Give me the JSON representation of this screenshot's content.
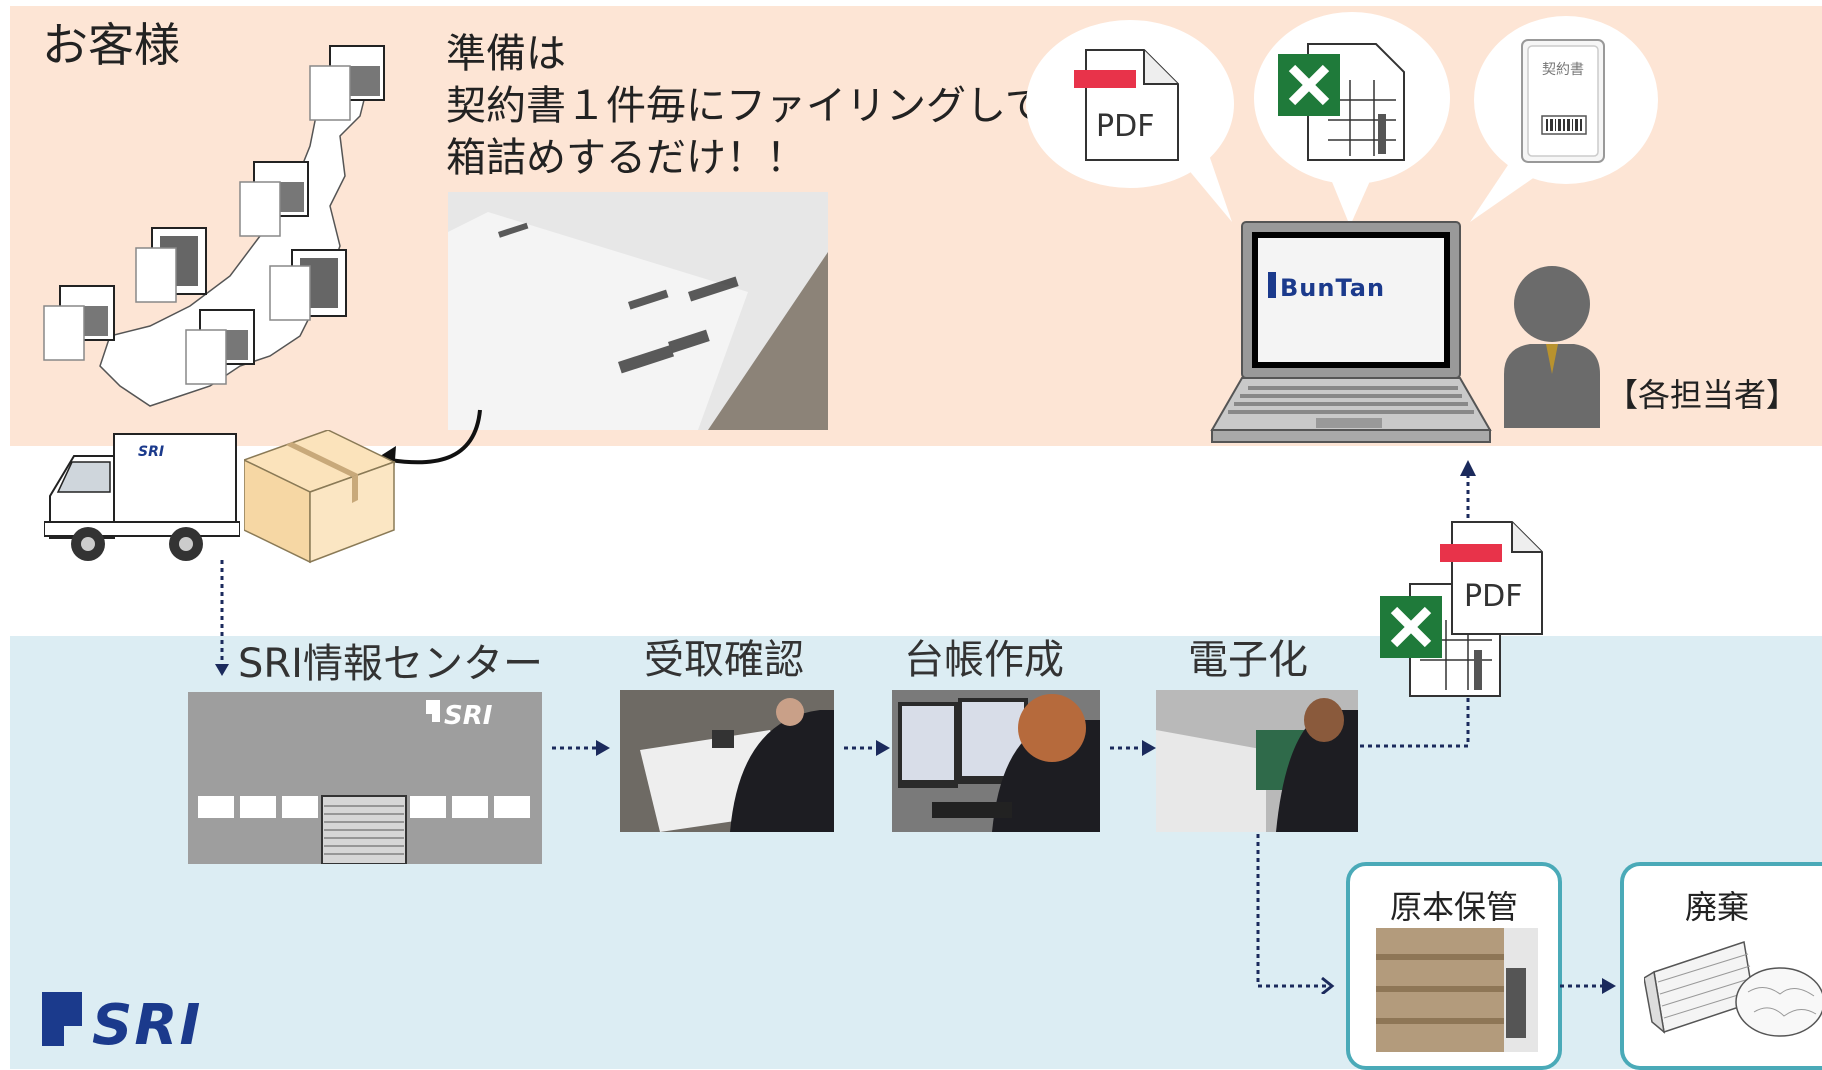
{
  "customer": {
    "title": "お客様",
    "prep_lines": [
      "準備は",
      "契約書１件毎にファイリングして",
      "箱詰めするだけ！！"
    ],
    "person_label": "【各担当者】",
    "laptop_brand": "BunTan",
    "doc_label": "契約書",
    "pdf_label": "PDF",
    "truck_logo": "SRI"
  },
  "sri": {
    "center_label": "SRI情報センター",
    "steps": [
      "受取確認",
      "台帳作成",
      "電子化"
    ],
    "storage_label": "原本保管",
    "disposal_label": "廃棄",
    "logo": "SRI",
    "pdf_label": "PDF"
  },
  "colors": {
    "customer_bg": "#fde5d5",
    "sri_bg": "#dcedf3",
    "navy": "#1b3a8c",
    "box_border": "#4aaab8",
    "pdf_red": "#e8334a",
    "excel_green": "#1f7a3a"
  }
}
